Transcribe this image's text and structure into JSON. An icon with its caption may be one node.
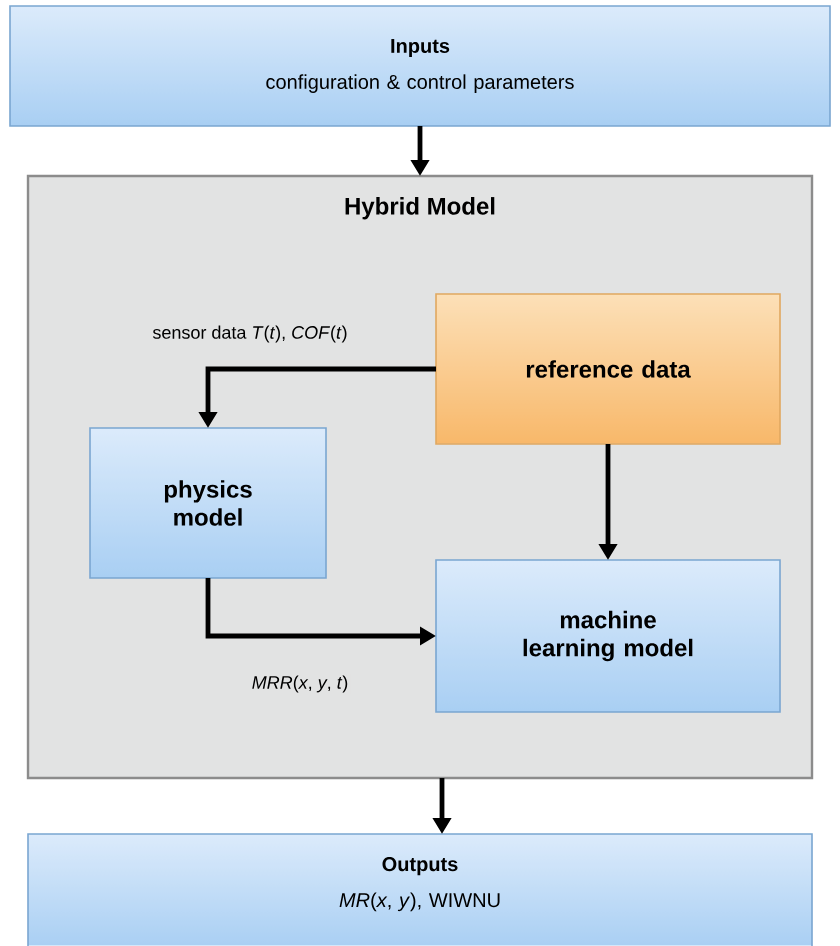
{
  "diagram": {
    "nodes": [
      {
        "text": [
          "Inputs",
          "configuration & control parameters"
        ]
      },
      {
        "text": [
          "Hybrid Model"
        ]
      },
      {
        "text": [
          "reference data"
        ],
        "in": 1
      },
      {
        "text": [
          "physics model"
        ],
        "in": 1
      },
      {
        "text": [
          "machine learning model"
        ],
        "in": 1
      },
      {
        "text": [
          "Outputs",
          "*MR*(*x*, *y*), WIWNU"
        ]
      }
    ],
    "edges": [
      {
        "from": 0,
        "to": 1,
        "arrow": "to"
      },
      {
        "from": 2,
        "to": 3,
        "arrow": "to",
        "label": "sensor data *T*(*t*), *COF*(*t*)"
      },
      {
        "from": 2,
        "to": 4,
        "arrow": "to"
      },
      {
        "from": 3,
        "to": 4,
        "arrow": "to",
        "label": "*MRR*(*x*, *y*, *t*)"
      },
      {
        "from": 1,
        "to": 5,
        "arrow": "to"
      }
    ]
  }
}
